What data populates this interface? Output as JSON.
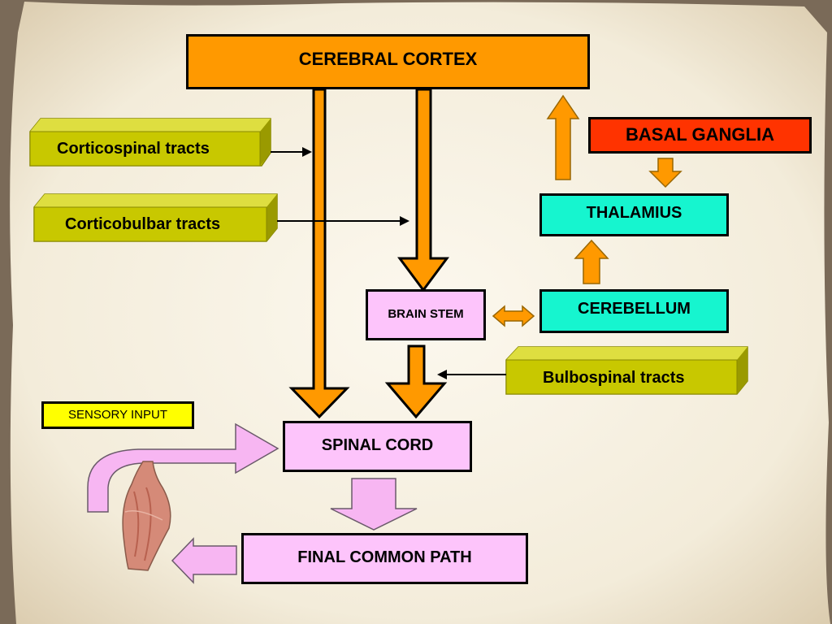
{
  "nodes": {
    "cerebral_cortex": "CEREBRAL CORTEX",
    "basal_ganglia": "BASAL GANGLIA",
    "thalamius": "THALAMIUS",
    "cerebellum": "CEREBELLUM",
    "brain_stem": "BRAIN STEM",
    "spinal_cord": "SPINAL CORD",
    "final_common_path": "FINAL COMMON PATH",
    "sensory_input": "SENSORY INPUT"
  },
  "tracts": {
    "corticospinal": "Corticospinal tracts",
    "corticobulbar": "Corticobulbar tracts",
    "bulbospinal": "Bulbospinal tracts"
  },
  "colors": {
    "background": "#f1ead8",
    "orange": "#ff9900",
    "red": "#ff3300",
    "cyan": "#16f5cf",
    "pink": "#fdc4fb",
    "olive": "#c8c800",
    "yellow": "#ffff00",
    "black": "#000000"
  },
  "icons": {
    "muscle": "muscle-icon"
  }
}
